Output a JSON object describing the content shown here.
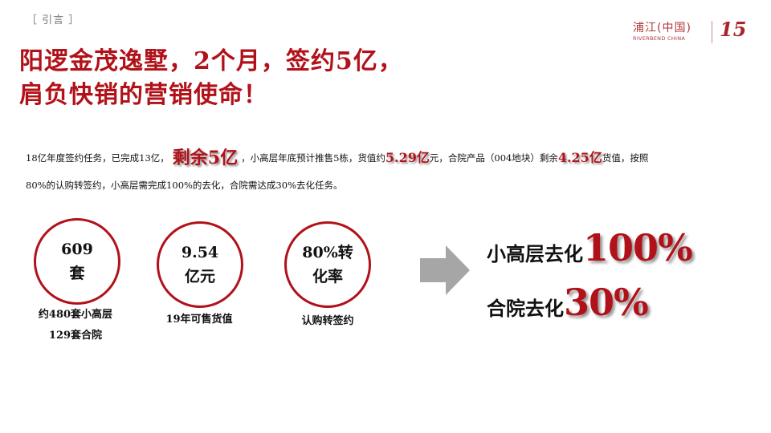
{
  "header": {
    "section_tag": "［ 引言 ］",
    "logo": {
      "cn": "浦江(中国)",
      "en": "RIVERBEND CHINA",
      "anniversary": "15",
      "brand_color": "#b0383d"
    }
  },
  "title": {
    "line1": "阳逻金茂逸墅，2个月，签约5亿，",
    "line2": "肩负快销的营销使命！",
    "color": "#b1121a"
  },
  "paragraph": {
    "l1_a": "18亿年度签约任务，已完成13亿，",
    "l1_hl1": "剩余5亿",
    "l1_b": "，小高层年底预计推售5栋，货值约",
    "l1_hl2": "5.29亿",
    "l1_c": "元，合院产品（004地块）剩余",
    "l1_hl3": "4.25亿",
    "l1_d": "货值，按照",
    "l2": "80%的认购转签约，小高层需完成100%的去化，合院需达成30%去化任务。"
  },
  "stats": [
    {
      "line1": "609",
      "line2": "套",
      "caption1": "约480套小高层",
      "caption2": "129套合院"
    },
    {
      "line1": "9.54",
      "line2": "亿元",
      "caption1": "19年可售货值",
      "caption2": ""
    },
    {
      "line1": "80%转",
      "line2": "化率",
      "caption1": "认购转签约",
      "caption2": ""
    }
  ],
  "arrow_icon": "right-arrow-icon",
  "results": [
    {
      "label": "小高层去化",
      "value": "100%"
    },
    {
      "label": "合院去化",
      "value": "30%"
    }
  ]
}
